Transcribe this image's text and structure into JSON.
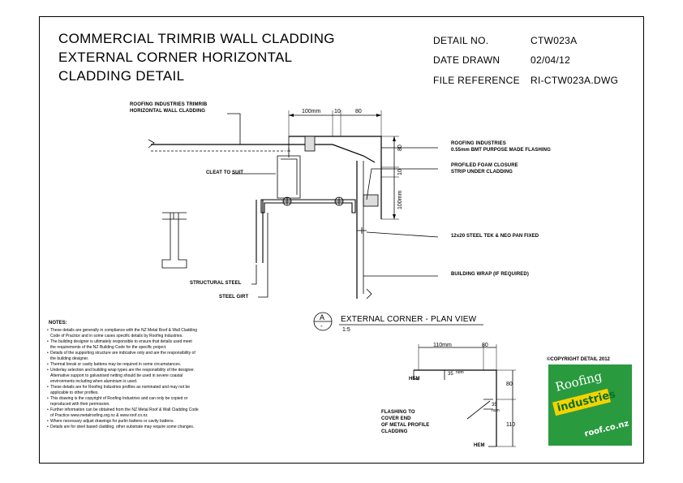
{
  "title": {
    "line1": "COMMERCIAL TRIMRIB WALL CLADDING",
    "line2": "EXTERNAL CORNER HORIZONTAL",
    "line3": "CLADDING DETAIL"
  },
  "info": {
    "detail_no_label": "DETAIL NO.",
    "detail_no_value": "CTW023A",
    "date_label": "DATE DRAWN",
    "date_value": "02/04/12",
    "file_label": "FILE REFERENCE",
    "file_value": "RI-CTW023A.DWG"
  },
  "section": {
    "labels": {
      "cladding_1": "ROOFING INDUSTRIES TRIMRIB",
      "cladding_2": "HORIZONTAL WALL CLADDING",
      "flashing_1": "ROOFING INDUSTRIES",
      "flashing_2": "0.55mm BMT PURPOSE MADE FLASHING",
      "foam_1": "PROFILED FOAM CLOSURE",
      "foam_2": "STRIP UNDER CLADDING",
      "cleat": "CLEAT TO SUIT",
      "tek": "12x20 STEEL TEK & NEO PAN FIXED",
      "wrap": "BUILDING WRAP (IF REQUIRED)",
      "structural_steel": "STRUCTURAL STEEL",
      "steel_girt": "STEEL GIRT"
    },
    "dims": {
      "d100": "100mm",
      "d10_top": "10",
      "d80_top": "80",
      "d80_side": "80",
      "d10_side": "10",
      "d100_side": "100mm"
    }
  },
  "view": {
    "letter": "A",
    "dash": "-",
    "title": "EXTERNAL CORNER - PLAN VIEW",
    "scale": "1:5"
  },
  "plan": {
    "d110_top": "110mm",
    "d80_top": "80",
    "d35_1a": "35",
    "d35_1b": "nom",
    "hem_1": "HEM",
    "d80_side": "80",
    "d110_side": "110",
    "d35_2a": "35",
    "d35_2b": "nom",
    "hem_2": "HEM",
    "flash_1": "FLASHING TO",
    "flash_2": "COVER END",
    "flash_3": "OF METAL PROFILE",
    "flash_4": "CLADDING"
  },
  "notes": {
    "title": "NOTES:",
    "lines": [
      "These details are generally in compliance with the NZ Metal Roof & Wall Cladding",
      "Code of Practice and in some cases specific details by Roofing Industries.",
      "The building designer is ultimately responsible to ensure that details used meet",
      "the requirements of the NZ Building Code for the specific project.",
      "Details of the supporting structure are indicative only and are the responsibility of",
      "the building designer.",
      "Thermal break or cavity battens may be required in some circumstances.",
      "Underlay selection and building wrap types are the responsibility of the designer.",
      "Alternative support to galvanised netting should be used in severe coastal",
      "environments including when aluminium is used.",
      "These details are for Roofing Industries profiles as nominated and may not be",
      "applicable to other profiles.",
      "This drawing is the copyright of Roofing Industries and can only be copied or",
      "reproduced with their permission.",
      "Further information can be obtained from the NZ Metal Roof & Wall Cladding Code",
      "of Practice www.metalroofing.org.nz & www.roof.co.nz",
      "Where necessary adjust drawings for purlin battens or cavity battens.",
      "Details are for steel based cladding, other substrate may require some changes."
    ]
  },
  "copyright": "©COPYRIGHT DETAIL 2012",
  "logo": {
    "word1": "Roofing",
    "word2": "industries",
    "word3": "roof.co.nz",
    "green": "#2a9a3f",
    "yellow": "#f4d300"
  }
}
